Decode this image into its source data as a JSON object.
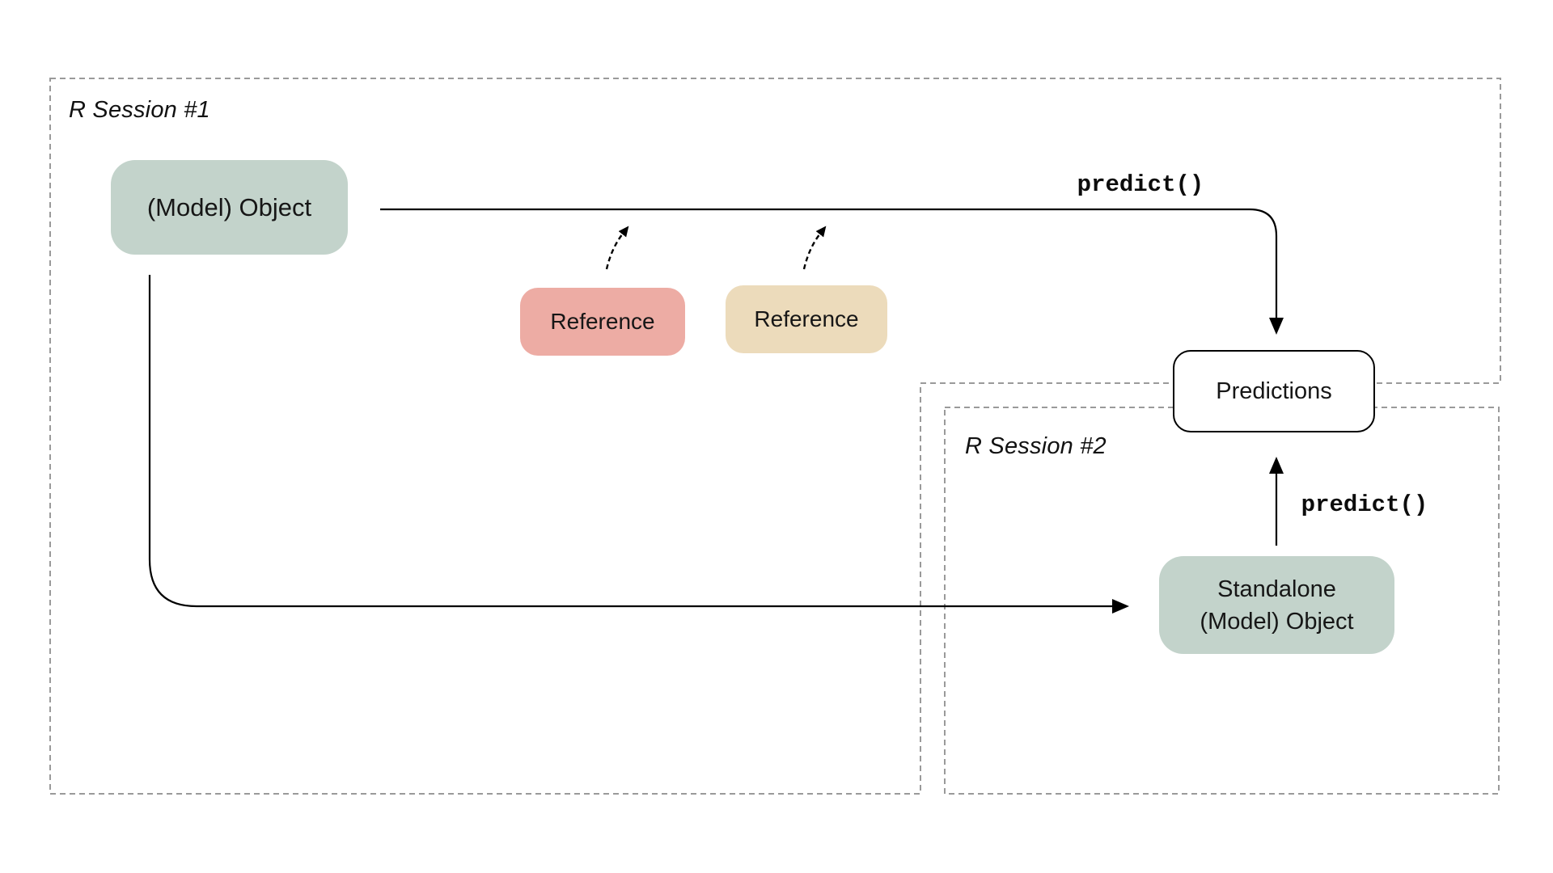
{
  "diagram": {
    "title_implicit": "Model object serialization across R sessions",
    "sessions": {
      "session1": {
        "label": "R Session #1"
      },
      "session2": {
        "label": "R Session #2"
      }
    },
    "nodes": {
      "model_object": {
        "label": "(Model) Object",
        "color": "#c3d3cb"
      },
      "reference_1": {
        "label": "Reference",
        "color": "#edaca4"
      },
      "reference_2": {
        "label": "Reference",
        "color": "#ecdbbb"
      },
      "predictions": {
        "label": "Predictions",
        "color": "#ffffff",
        "border_color": "#000000"
      },
      "standalone_object": {
        "label_line1": "Standalone",
        "label_line2": "(Model) Object",
        "color": "#c3d3cb"
      }
    },
    "edges": {
      "predict_call_session1": {
        "label": "predict()"
      },
      "predict_call_session2": {
        "label": "predict()"
      }
    },
    "style": {
      "outline_color": "#9a9a9a",
      "arrow_color": "#000000",
      "text_color": "#161616"
    }
  }
}
